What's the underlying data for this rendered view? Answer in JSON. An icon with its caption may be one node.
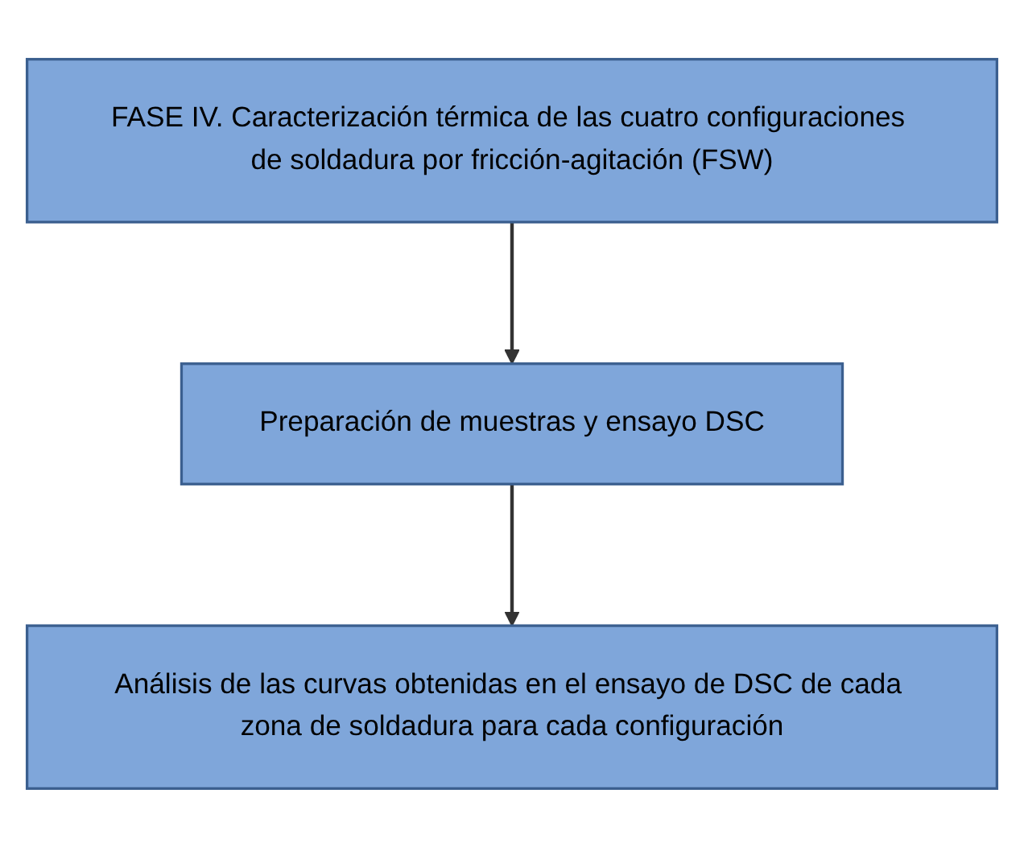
{
  "diagram": {
    "nodes": [
      {
        "text": [
          "FASE IV. Caracterización térmica de las cuatro configuraciones de soldadura por fricción-agitación (FSW)"
        ]
      },
      {
        "text": [
          "Preparación de muestras y ensayo DSC"
        ]
      },
      {
        "text": [
          "Análisis de las curvas obtenidas en el ensayo de DSC de cada zona de soldadura para cada configuración"
        ]
      }
    ],
    "edges": [
      {
        "from": 0,
        "to": 1,
        "arrow": "to"
      },
      {
        "from": 1,
        "to": 2,
        "arrow": "to"
      }
    ]
  }
}
